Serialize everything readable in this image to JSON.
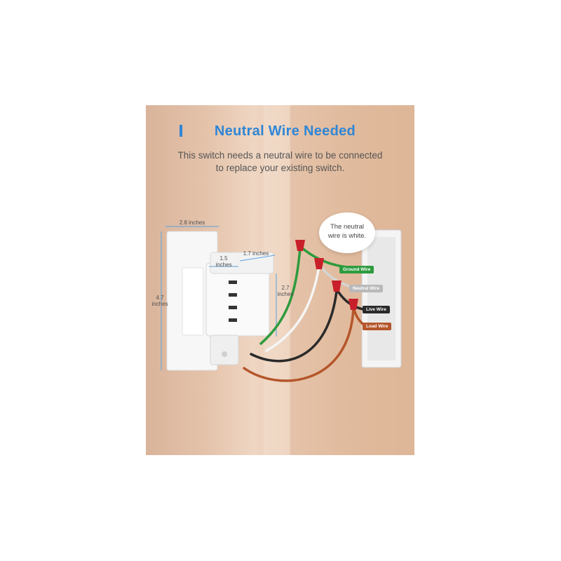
{
  "title": "Neutral Wire Needed",
  "subtitle_line1": "This switch needs a neutral wire to be connected",
  "subtitle_line2": "to replace your existing switch.",
  "dimensions": {
    "width_plate": "2.8 inches",
    "height_plate": [
      "4.7",
      "inches"
    ],
    "width_switch": [
      "1.5",
      "inches"
    ],
    "depth_switch": "1.7 inches",
    "wire_length": [
      "2.7",
      "inches"
    ]
  },
  "bubble": [
    "The neutral",
    "wire is white."
  ],
  "wires": {
    "ground": "Ground Wire",
    "neutral": "Neutral Wire",
    "live": "Live Wire",
    "load": "Load Wire"
  },
  "colors": {
    "title": "#2f86d6",
    "ground": "#2e9b3e",
    "neutral": "#b9b9b9",
    "live": "#2a2a2a",
    "load": "#b5562b",
    "wire_nut": "#c8202a"
  }
}
